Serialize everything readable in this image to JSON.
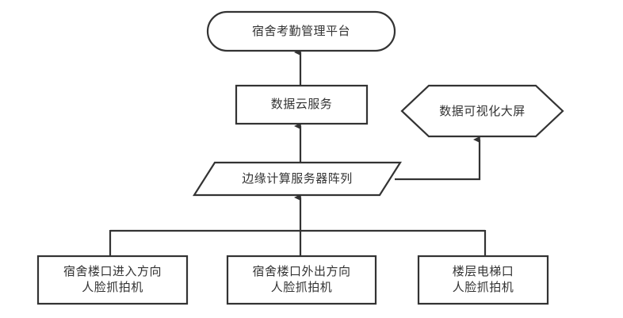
{
  "diagram": {
    "title": "",
    "stroke_color": "#333333",
    "fill_color": "#ffffff",
    "text_color": "#333333",
    "background": "#ffffff",
    "nodes": [
      {
        "id": "platform",
        "label": "宿舍考勤管理平台",
        "shape": "rounded-rectangle"
      },
      {
        "id": "cloud",
        "label": "数据云服务",
        "shape": "rectangle"
      },
      {
        "id": "screen",
        "label": "数据可视化大屏",
        "shape": "hexagon"
      },
      {
        "id": "edge",
        "label": "边缘计算服务器阵列",
        "shape": "parallelogram"
      },
      {
        "id": "camera_in",
        "label": "宿舍楼口进入方向\n人脸抓拍机",
        "shape": "rectangle"
      },
      {
        "id": "camera_out",
        "label": "宿舍楼口外出方向\n人脸抓拍机",
        "shape": "rectangle"
      },
      {
        "id": "camera_elevator",
        "label": "楼层电梯口\n人脸抓拍机",
        "shape": "rectangle"
      }
    ],
    "edges": [
      {
        "id": "cloud-to-platform",
        "from": "cloud",
        "to": "platform",
        "arrow": "up"
      },
      {
        "id": "edge-to-cloud",
        "from": "edge",
        "to": "cloud",
        "arrow": "up"
      },
      {
        "id": "edge-to-screen",
        "from": "edge",
        "to": "screen",
        "arrow": "up"
      },
      {
        "id": "cameras-to-edge",
        "from": "camera_bus",
        "to": "edge",
        "arrow": "up"
      },
      {
        "id": "camera-in-to-bus",
        "from": "camera_in",
        "to": "camera_bus",
        "arrow": "none"
      },
      {
        "id": "camera-out-to-bus",
        "from": "camera_out",
        "to": "camera_bus",
        "arrow": "none"
      },
      {
        "id": "camera-elevator-to-bus",
        "from": "camera_elevator",
        "to": "camera_bus",
        "arrow": "none"
      }
    ]
  }
}
